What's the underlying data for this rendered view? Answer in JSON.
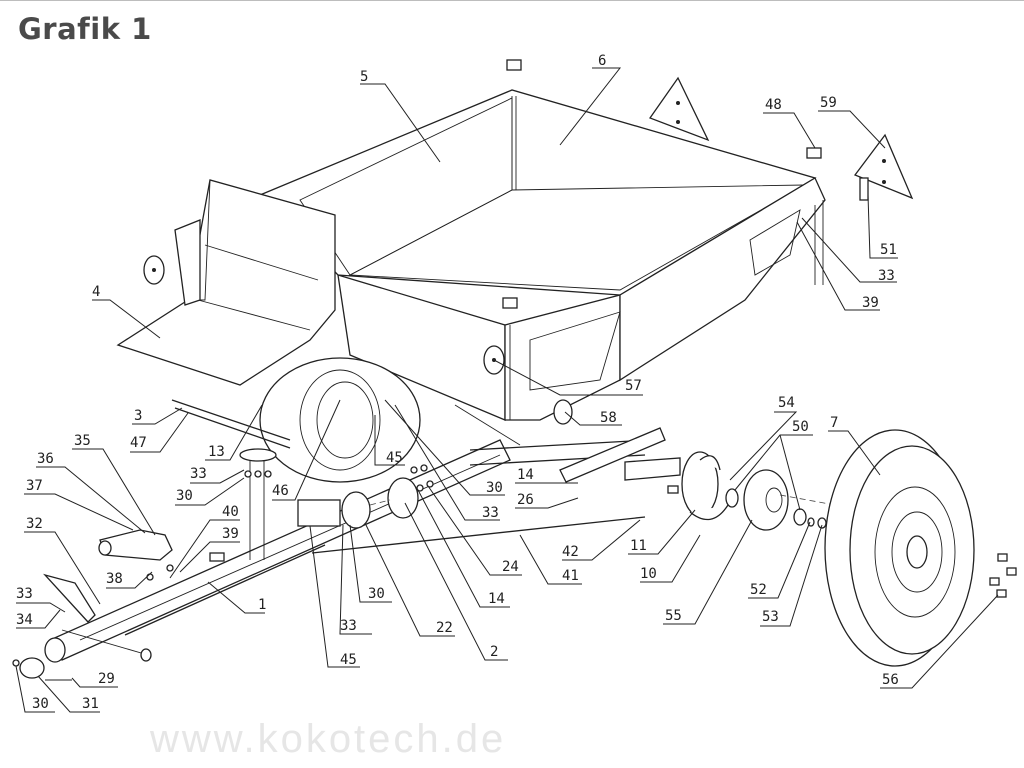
{
  "title": "Grafik 1",
  "watermark": "www.kokotech.de",
  "labels": {
    "l1": "1",
    "l2": "2",
    "l3": "3",
    "l4": "4",
    "l5": "5",
    "l6": "6",
    "l7": "7",
    "l10": "10",
    "l11": "11",
    "l13": "13",
    "l14a": "14",
    "l14b": "14",
    "l22": "22",
    "l24": "24",
    "l26": "26",
    "l29": "29",
    "l30a": "30",
    "l30b": "30",
    "l30c": "30",
    "l30d": "30",
    "l31": "31",
    "l32": "32",
    "l33a": "33",
    "l33b": "33",
    "l33c": "33",
    "l33d": "33",
    "l33e": "33",
    "l34": "34",
    "l35": "35",
    "l36": "36",
    "l37": "37",
    "l38": "38",
    "l39a": "39",
    "l39b": "39",
    "l40": "40",
    "l41": "41",
    "l42": "42",
    "l45a": "45",
    "l45b": "45",
    "l46": "46",
    "l47": "47",
    "l48": "48",
    "l50": "50",
    "l51": "51",
    "l52": "52",
    "l53": "53",
    "l54": "54",
    "l55": "55",
    "l56": "56",
    "l57": "57",
    "l58": "58",
    "l59": "59"
  }
}
